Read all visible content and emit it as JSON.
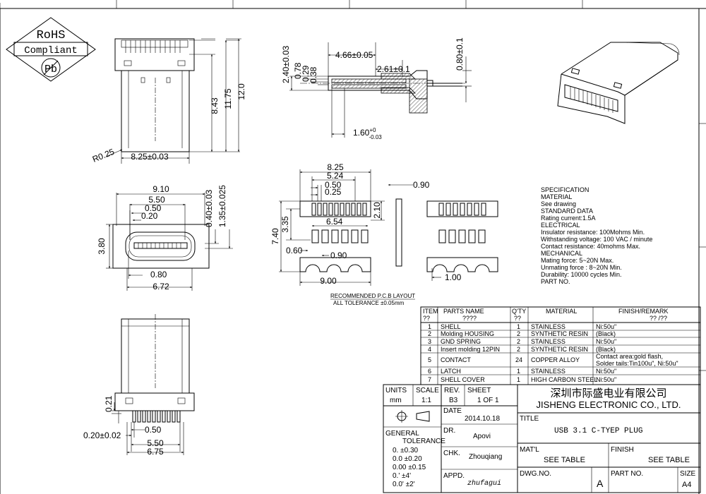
{
  "rohs": {
    "line1": "RoHS",
    "line2": "Compliant",
    "line3": "Pb"
  },
  "top_view": {
    "r025": "R0.25",
    "w825": "8.25±0.03",
    "h843": "8.43",
    "h1175": "11.75",
    "h120": "12.0"
  },
  "side_view": {
    "d466": "4.66±0.05",
    "d261": "2.61±0.1",
    "d080": "0.80±0.1",
    "v240": "2.40±0.03",
    "v078": "0.78",
    "v029": "0.29",
    "v038": "0.38",
    "d160": "1.60",
    "d160sup": "+0",
    "d160sub": "-0.03"
  },
  "front_view": {
    "w910": "9.10",
    "w550": "5.50",
    "w050": "0.50",
    "w020": "0.20",
    "h380": "3.80",
    "w080": "0.80",
    "w672": "6.72",
    "v040": "0.40±0.03",
    "v135": "1.35±0.025"
  },
  "pcb": {
    "w825": "8.25",
    "w524": "5.24",
    "w050": "0.50",
    "w025": "0.25",
    "w654": "6.54",
    "h740": "7.40",
    "h335": "3.35",
    "h210": "2.10",
    "w060": "0.60",
    "w090": "0.90",
    "w900": "9.00",
    "w090b": "0.90",
    "w100": "1.00",
    "title": "RECOMMENDED P.C.B LAYOUT",
    "tol": "ALL TOLERANCE ±0.05mm"
  },
  "bottom_view": {
    "v021": "0.21",
    "w020": "0.20±0.02",
    "w050": "0.50",
    "w550": "5.50",
    "w675": "6.75"
  },
  "spec": {
    "lines": [
      "SPECIFICATION",
      "MATERIAL",
      "See drawing",
      "STANDARD DATA",
      "Rating current:1.5A",
      "ELECTRICAL",
      "Insulator resistance: 100Mohms Min.",
      "Withstanding voltage: 100 VAC / minute",
      "Contact resistance: 40mohms Max.",
      "MECHANICAL",
      "Mating force: 5~20N Max.",
      "Unmating force : 8~20N Min.",
      "Durability: 10000 cycles Min.",
      "PART NO."
    ]
  },
  "bom": {
    "headers": {
      "item": "ITEM",
      "item2": "??",
      "name": "PARTS NAME",
      "name2": "????",
      "qty": "Q'TY",
      "qty2": "??",
      "mat": "MATERIAL",
      "fin": "FINISH/REMARK",
      "fin2": "?? /??"
    },
    "rows": [
      {
        "no": "1",
        "name": "SHELL",
        "qty": "1",
        "mat": "STAINLESS",
        "fin": "Ni:50u\""
      },
      {
        "no": "2",
        "name": "Molding HOUSING",
        "qty": "2",
        "mat": "SYNTHETIC RESIN",
        "fin": "(Black)"
      },
      {
        "no": "3",
        "name": "GND SPRING",
        "qty": "2",
        "mat": "STAINLESS",
        "fin": "Ni:50u\""
      },
      {
        "no": "4",
        "name": "Insert molding 12PIN",
        "qty": "2",
        "mat": "SYNTHETIC RESIN",
        "fin": "(Black)"
      },
      {
        "no": "5",
        "name": "CONTACT",
        "qty": "24",
        "mat": "COPPER ALLOY",
        "fin": "Contact area:gold flash,",
        "fin2": "Solder tails:Tin100u\", Ni:50u\""
      },
      {
        "no": "6",
        "name": "LATCH",
        "qty": "1",
        "mat": "STAINLESS",
        "fin": "Ni:50u\""
      },
      {
        "no": "7",
        "name": "SHELL COVER",
        "qty": "1",
        "mat": "HIGH CARBON STEEL",
        "fin": "Ni:50u\""
      }
    ]
  },
  "title_block": {
    "units": "UNITS",
    "units_val": "mm",
    "scale": "SCALE",
    "scale_val": "1:1",
    "rev": "REV.",
    "rev_val": "B3",
    "sheet": "SHEET",
    "sheet_val": "1  OF  1",
    "company_cn": "深圳市际盛电业有限公司",
    "company_en": "JISHENG ELECTRONIC CO., LTD.",
    "date": "DATE",
    "date_val": "2014.10.18",
    "title": "TITLE",
    "title_val": "USB 3.1 C-TYEP PLUG",
    "general": "GENERAL",
    "tolerance": "TOLERANCE",
    "tol1": "0.   ±0.30",
    "tol2": "0.0  ±0.20",
    "tol3": "0.00 ±0.15",
    "tol4": "0.'  ±4'",
    "tol5": "0.0' ±2'",
    "dr": "DR.",
    "dr_val": "Apovi",
    "chk": "CHK.",
    "chk_val": "Zhouqiang",
    "appd": "APPD.",
    "appd_val": "zhufagui",
    "matl": "MAT'L",
    "matl_val": "SEE  TABLE",
    "finish": "FINISH",
    "finish_val": "SEE  TABLE",
    "dwgno": "DWG.NO.",
    "dwg_rev": "A",
    "partno": "PART NO.",
    "size": "SIZE",
    "size_val": "A4"
  }
}
